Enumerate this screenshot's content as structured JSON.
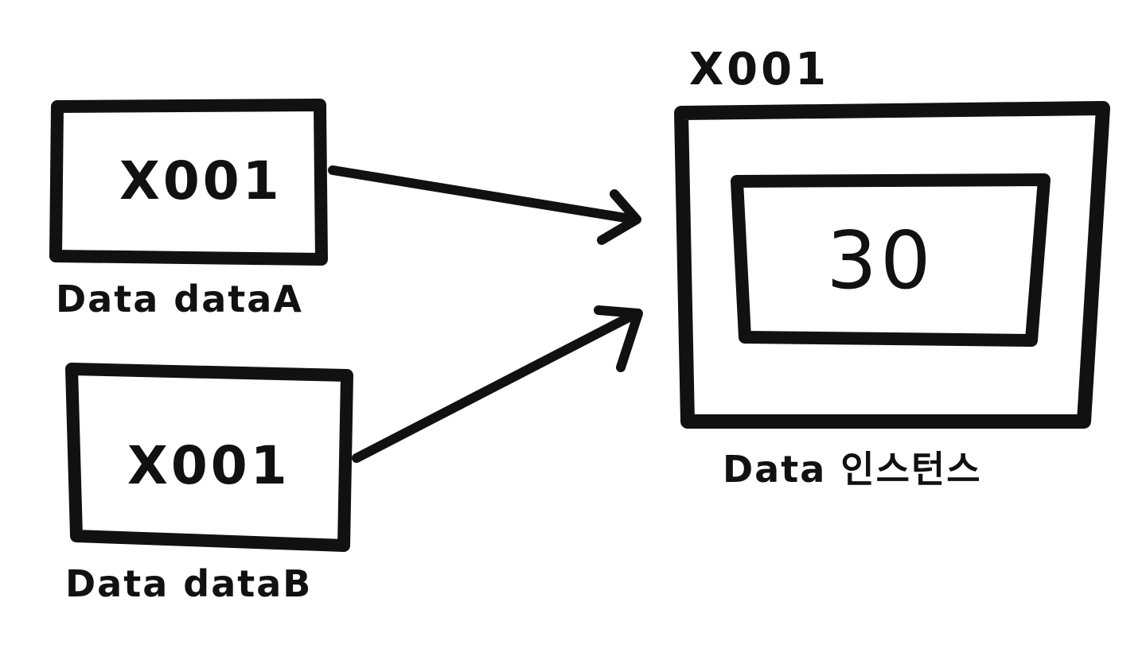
{
  "variables": [
    {
      "id": "dataA",
      "ref": "X001",
      "caption": "Data dataA"
    },
    {
      "id": "dataB",
      "ref": "X001",
      "caption": "Data dataB"
    }
  ],
  "instance": {
    "address": "X001",
    "value": "30",
    "caption": "Data 인스턴스"
  },
  "colors": {
    "ink": "#111111",
    "background": "#ffffff"
  }
}
